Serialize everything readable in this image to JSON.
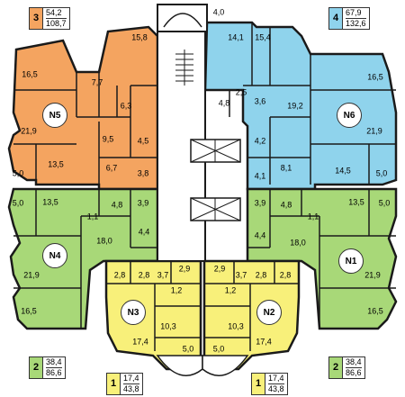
{
  "colors": {
    "orange": "#f4a460",
    "blue": "#8fd3ec",
    "green": "#a8d878",
    "yellow": "#f8f07a",
    "wall": "#1a1a1a",
    "core": "#ffffff"
  },
  "apartments": {
    "n5": {
      "label": "N5"
    },
    "n6": {
      "label": "N6"
    },
    "n4": {
      "label": "N4"
    },
    "n1": {
      "label": "N1"
    },
    "n3": {
      "label": "N3"
    },
    "n2": {
      "label": "N2"
    }
  },
  "legends": {
    "top_left": {
      "rooms": "3",
      "living": "54,2",
      "total": "108,7"
    },
    "top_right": {
      "rooms": "4",
      "living": "67,9",
      "total": "132,6"
    },
    "bottom_left": {
      "rooms": "2",
      "living": "38,4",
      "total": "86,6"
    },
    "bottom_right": {
      "rooms": "2",
      "living": "38,4",
      "total": "86,6"
    },
    "bottom_mid_left": {
      "rooms": "1",
      "living": "17,4",
      "total": "43,8"
    },
    "bottom_mid_right": {
      "rooms": "1",
      "living": "17,4",
      "total": "43,8"
    }
  },
  "areas": {
    "n5_15_8": "15,8",
    "n5_16_5": "16,5",
    "n5_7_7": "7,7",
    "n5_6_3": "6,3",
    "n5_21_9": "21,9",
    "n5_9_5": "9,5",
    "n5_4_5": "4,5",
    "n5_5_0": "5,0",
    "n5_13_5": "13,5",
    "n5_6_7": "6,7",
    "n5_3_8": "3,8",
    "n6_4_0": "4,0",
    "n6_14_1": "14,1",
    "n6_15_4": "15,4",
    "n6_16_5": "16,5",
    "n6_2_5": "2,5",
    "n6_4_8": "4,8",
    "n6_3_6": "3,6",
    "n6_19_2": "19,2",
    "n6_21_9": "21,9",
    "n6_4_2": "4,2",
    "n6_8_1": "8,1",
    "n6_14_5": "14,5",
    "n6_5_0": "5,0",
    "n6_4_1": "4,1",
    "n4_5_0": "5,0",
    "n4_13_5": "13,5",
    "n4_4_8": "4,8",
    "n4_3_9": "3,9",
    "n4_1_1": "1,1",
    "n4_18_0": "18,0",
    "n4_4_4": "4,4",
    "n4_21_9": "21,9",
    "n4_16_5": "16,5",
    "n1_3_9": "3,9",
    "n1_4_8": "4,8",
    "n1_1_1": "1,1",
    "n1_13_5": "13,5",
    "n1_5_0": "5,0",
    "n1_4_4": "4,4",
    "n1_18_0": "18,0",
    "n1_21_9": "21,9",
    "n1_16_5": "16,5",
    "n3_2_8a": "2,8",
    "n3_2_8b": "2,8",
    "n3_3_7": "3,7",
    "n3_2_9": "2,9",
    "n3_1_2": "1,2",
    "n3_10_3": "10,3",
    "n3_17_4": "17,4",
    "n3_5_0": "5,0",
    "n2_2_9": "2,9",
    "n2_3_7": "3,7",
    "n2_2_8a": "2,8",
    "n2_2_8b": "2,8",
    "n2_1_2": "1,2",
    "n2_10_3": "10,3",
    "n2_17_4": "17,4",
    "n2_5_0": "5,0"
  }
}
